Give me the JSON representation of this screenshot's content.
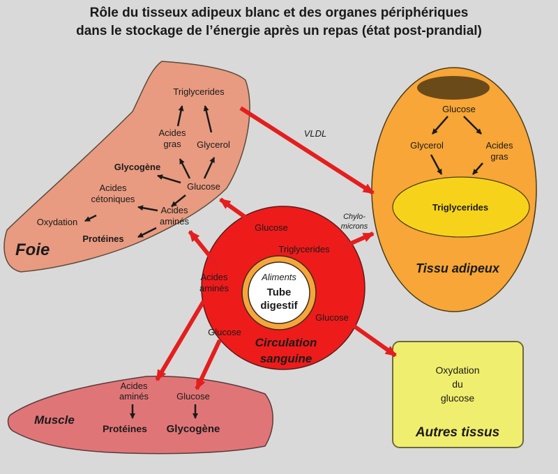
{
  "title": {
    "line1": "Rôle du tisseux adipeux blanc et des organes périphériques",
    "line2": "dans le stockage de l’énergie après un repas (état post-prandial)"
  },
  "colors": {
    "background": "#d9d9d9",
    "liver": "#e89b80",
    "adipose": "#f7a637",
    "adipose_inner": "#f6d31a",
    "blood": "#ee1b1b",
    "gut_ring": "#f6a53b",
    "muscle": "#e07577",
    "other_tissues": "#f0ee6e",
    "red_arrow": "#e41e1e"
  },
  "foie": {
    "name": "Foie",
    "triglycerides": "Triglycerides",
    "acides_gras_1": "Acides",
    "acides_gras_2": "gras",
    "glycerol": "Glycerol",
    "glycogene": "Glycogène",
    "glucose": "Glucose",
    "acides_cetoniques_1": "Acides",
    "acides_cetoniques_2": "cétoniques",
    "acides_amines_1": "Acides",
    "acides_amines_2": "aminés",
    "oxydation": "Oxydation",
    "proteines": "Protéines"
  },
  "tissu_adipeux": {
    "name": "Tissu adipeux",
    "glucose": "Glucose",
    "glycerol": "Glycerol",
    "acides_gras_1": "Acides",
    "acides_gras_2": "gras",
    "triglycerides": "Triglycerides"
  },
  "circulation": {
    "name_1": "Circulation",
    "name_2": "sanguine",
    "glucose_top": "Glucose",
    "triglycerides": "Triglycerides",
    "acides_amines_1": "Acides",
    "acides_amines_2": "aminés",
    "glucose_left": "Glucose",
    "glucose_right": "Glucose"
  },
  "tube": {
    "aliments": "Aliments",
    "name_1": "Tube",
    "name_2": "digestif"
  },
  "muscle": {
    "name": "Muscle",
    "acides_amines_1": "Acides",
    "acides_amines_2": "aminés",
    "glucose": "Glucose",
    "proteines": "Protéines",
    "glycogene": "Glycogène"
  },
  "autres": {
    "line1": "Oxydation",
    "line2": "du",
    "line3": "glucose",
    "name": "Autres tissus"
  },
  "arrow_labels": {
    "vldl": "VLDL",
    "chylo_1": "Chylo-",
    "chylo_2": "microns"
  }
}
